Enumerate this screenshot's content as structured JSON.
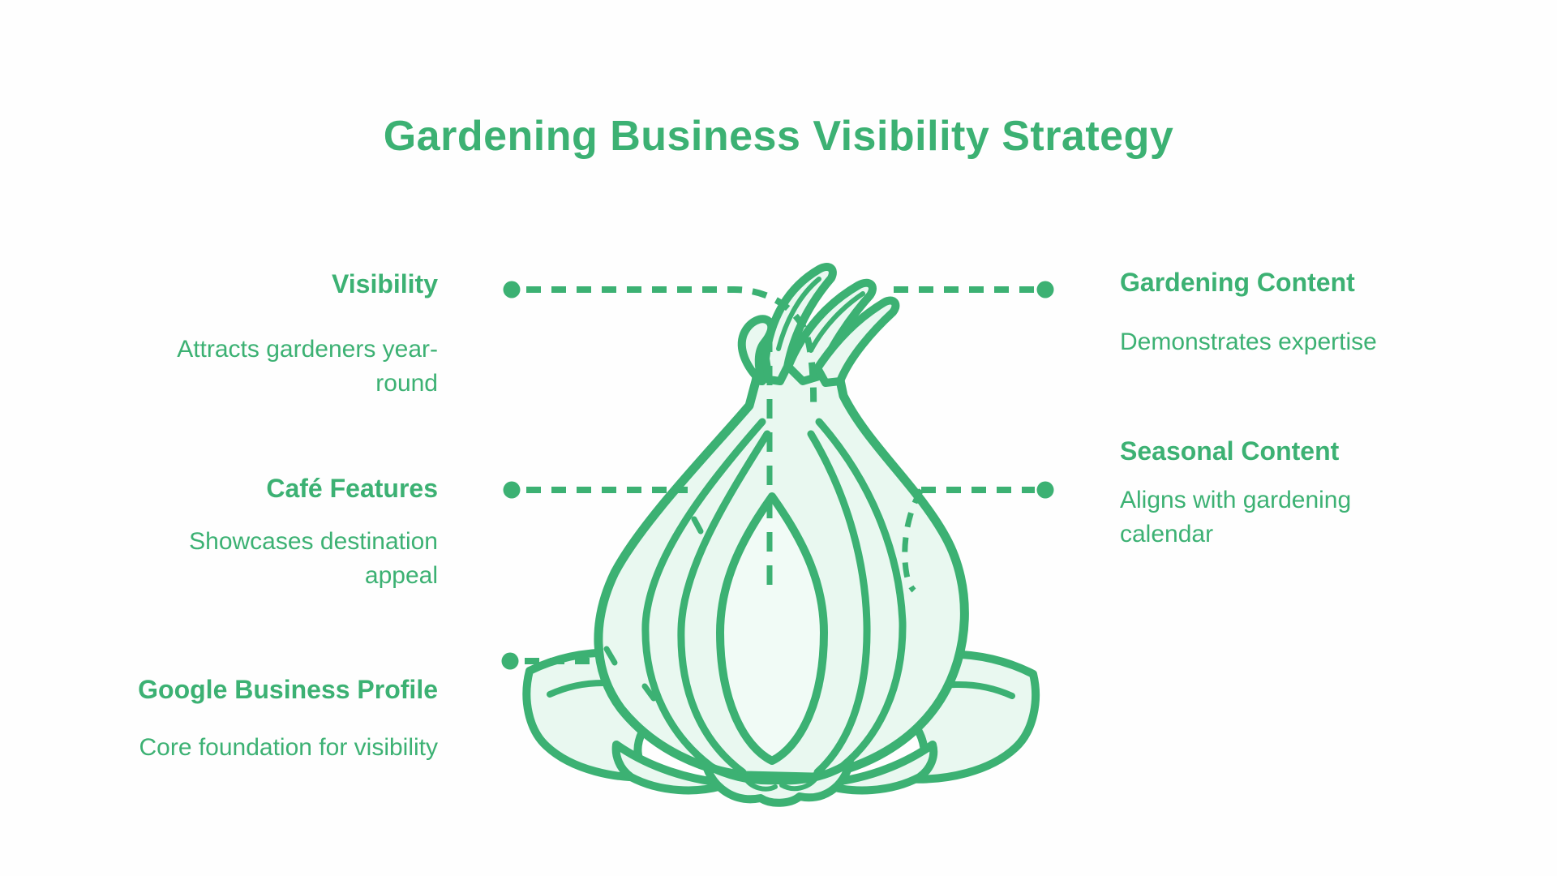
{
  "colors": {
    "green": "#3cb173",
    "fill": "#e9f8f0",
    "fill_light": "#f1fbf6",
    "background": "#fefefe"
  },
  "header": {
    "title": "Gardening Business Visibility Strategy"
  },
  "diagram": {
    "illustration": "onion-cross-section",
    "left_items": [
      {
        "heading": "Visibility",
        "description": "Attracts gardeners year-\nround"
      },
      {
        "heading": "Café Features",
        "description": "Showcases destination\nappeal"
      },
      {
        "heading": "Google Business Profile",
        "description": "Core foundation for visibility"
      }
    ],
    "right_items": [
      {
        "heading": "Gardening Content",
        "description": "Demonstrates expertise"
      },
      {
        "heading": "Seasonal Content",
        "description": "Aligns with gardening\ncalendar"
      }
    ]
  }
}
